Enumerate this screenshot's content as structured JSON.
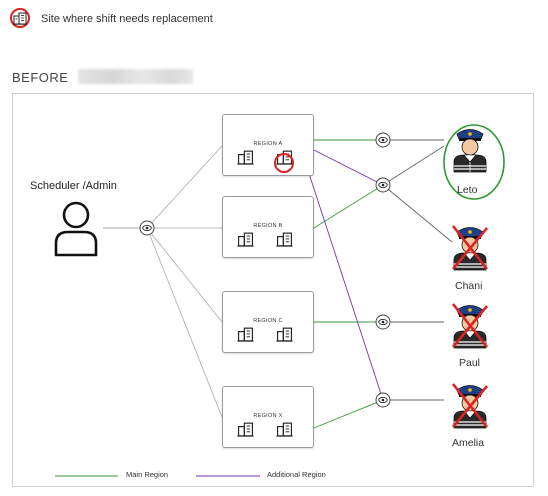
{
  "legend": {
    "replacement_note": "Site where shift needs replacement"
  },
  "section": {
    "title": "BEFORE"
  },
  "admin": {
    "label": "Scheduler /Admin"
  },
  "regions": [
    {
      "label": "REGION A"
    },
    {
      "label": "REGION B"
    },
    {
      "label": "REGION C"
    },
    {
      "label": "REGION X"
    }
  ],
  "people": [
    {
      "name": "Leto",
      "status": "available"
    },
    {
      "name": "Chani",
      "status": "unavailable"
    },
    {
      "name": "Paul",
      "status": "unavailable"
    },
    {
      "name": "Amelia",
      "status": "unavailable"
    }
  ],
  "line_legend": {
    "main": "Main Region",
    "additional": "Additional Region"
  },
  "colors": {
    "main": "#3a9a3a",
    "additional": "#7a2fb0",
    "mark": "#d22222",
    "neutral": "#9a9a9a",
    "available_ring": "#2e9a2e"
  }
}
